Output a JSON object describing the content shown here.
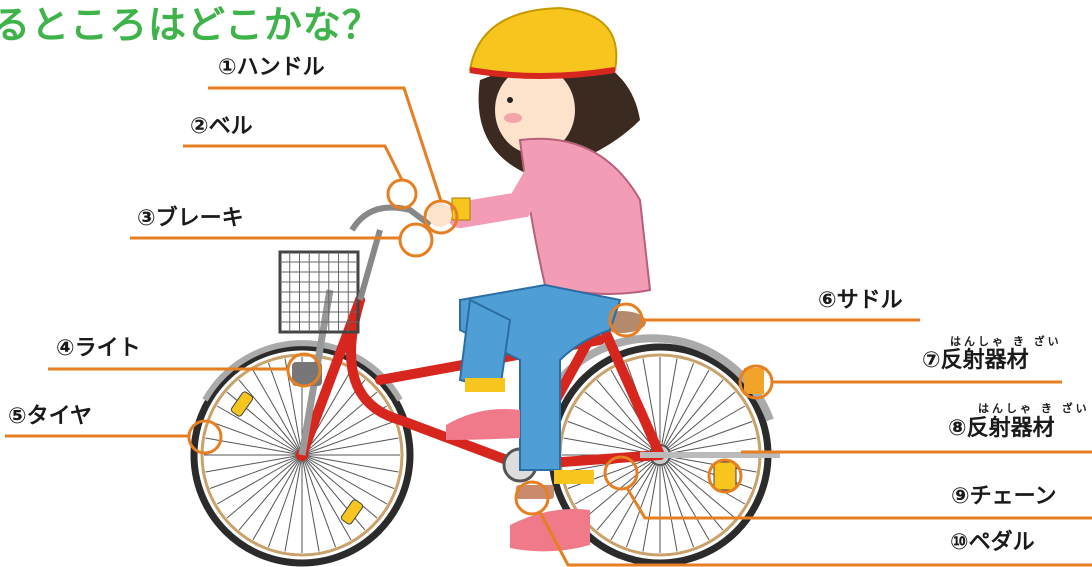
{
  "title": "るところはどこかな？",
  "colors": {
    "title": "#3db34a",
    "leader": "#e67e22",
    "frame": "#d7261e",
    "helmet": "#f7c51e",
    "shirt": "#f29cb5",
    "jeans": "#4f9fd6"
  },
  "parts": [
    {
      "label": "①ハンドル"
    },
    {
      "label": "②ベル"
    },
    {
      "label": "③ブレーキ"
    },
    {
      "label": "④ライト"
    },
    {
      "label": "⑤タイヤ"
    },
    {
      "label": "⑥サドル"
    },
    {
      "label": "⑦反射器材",
      "ruby": "はんしゃ き ざい"
    },
    {
      "label": "⑧反射器材",
      "ruby": "はんしゃ き ざい"
    },
    {
      "label": "⑨チェーン"
    },
    {
      "label": "⑩ペダル"
    }
  ]
}
